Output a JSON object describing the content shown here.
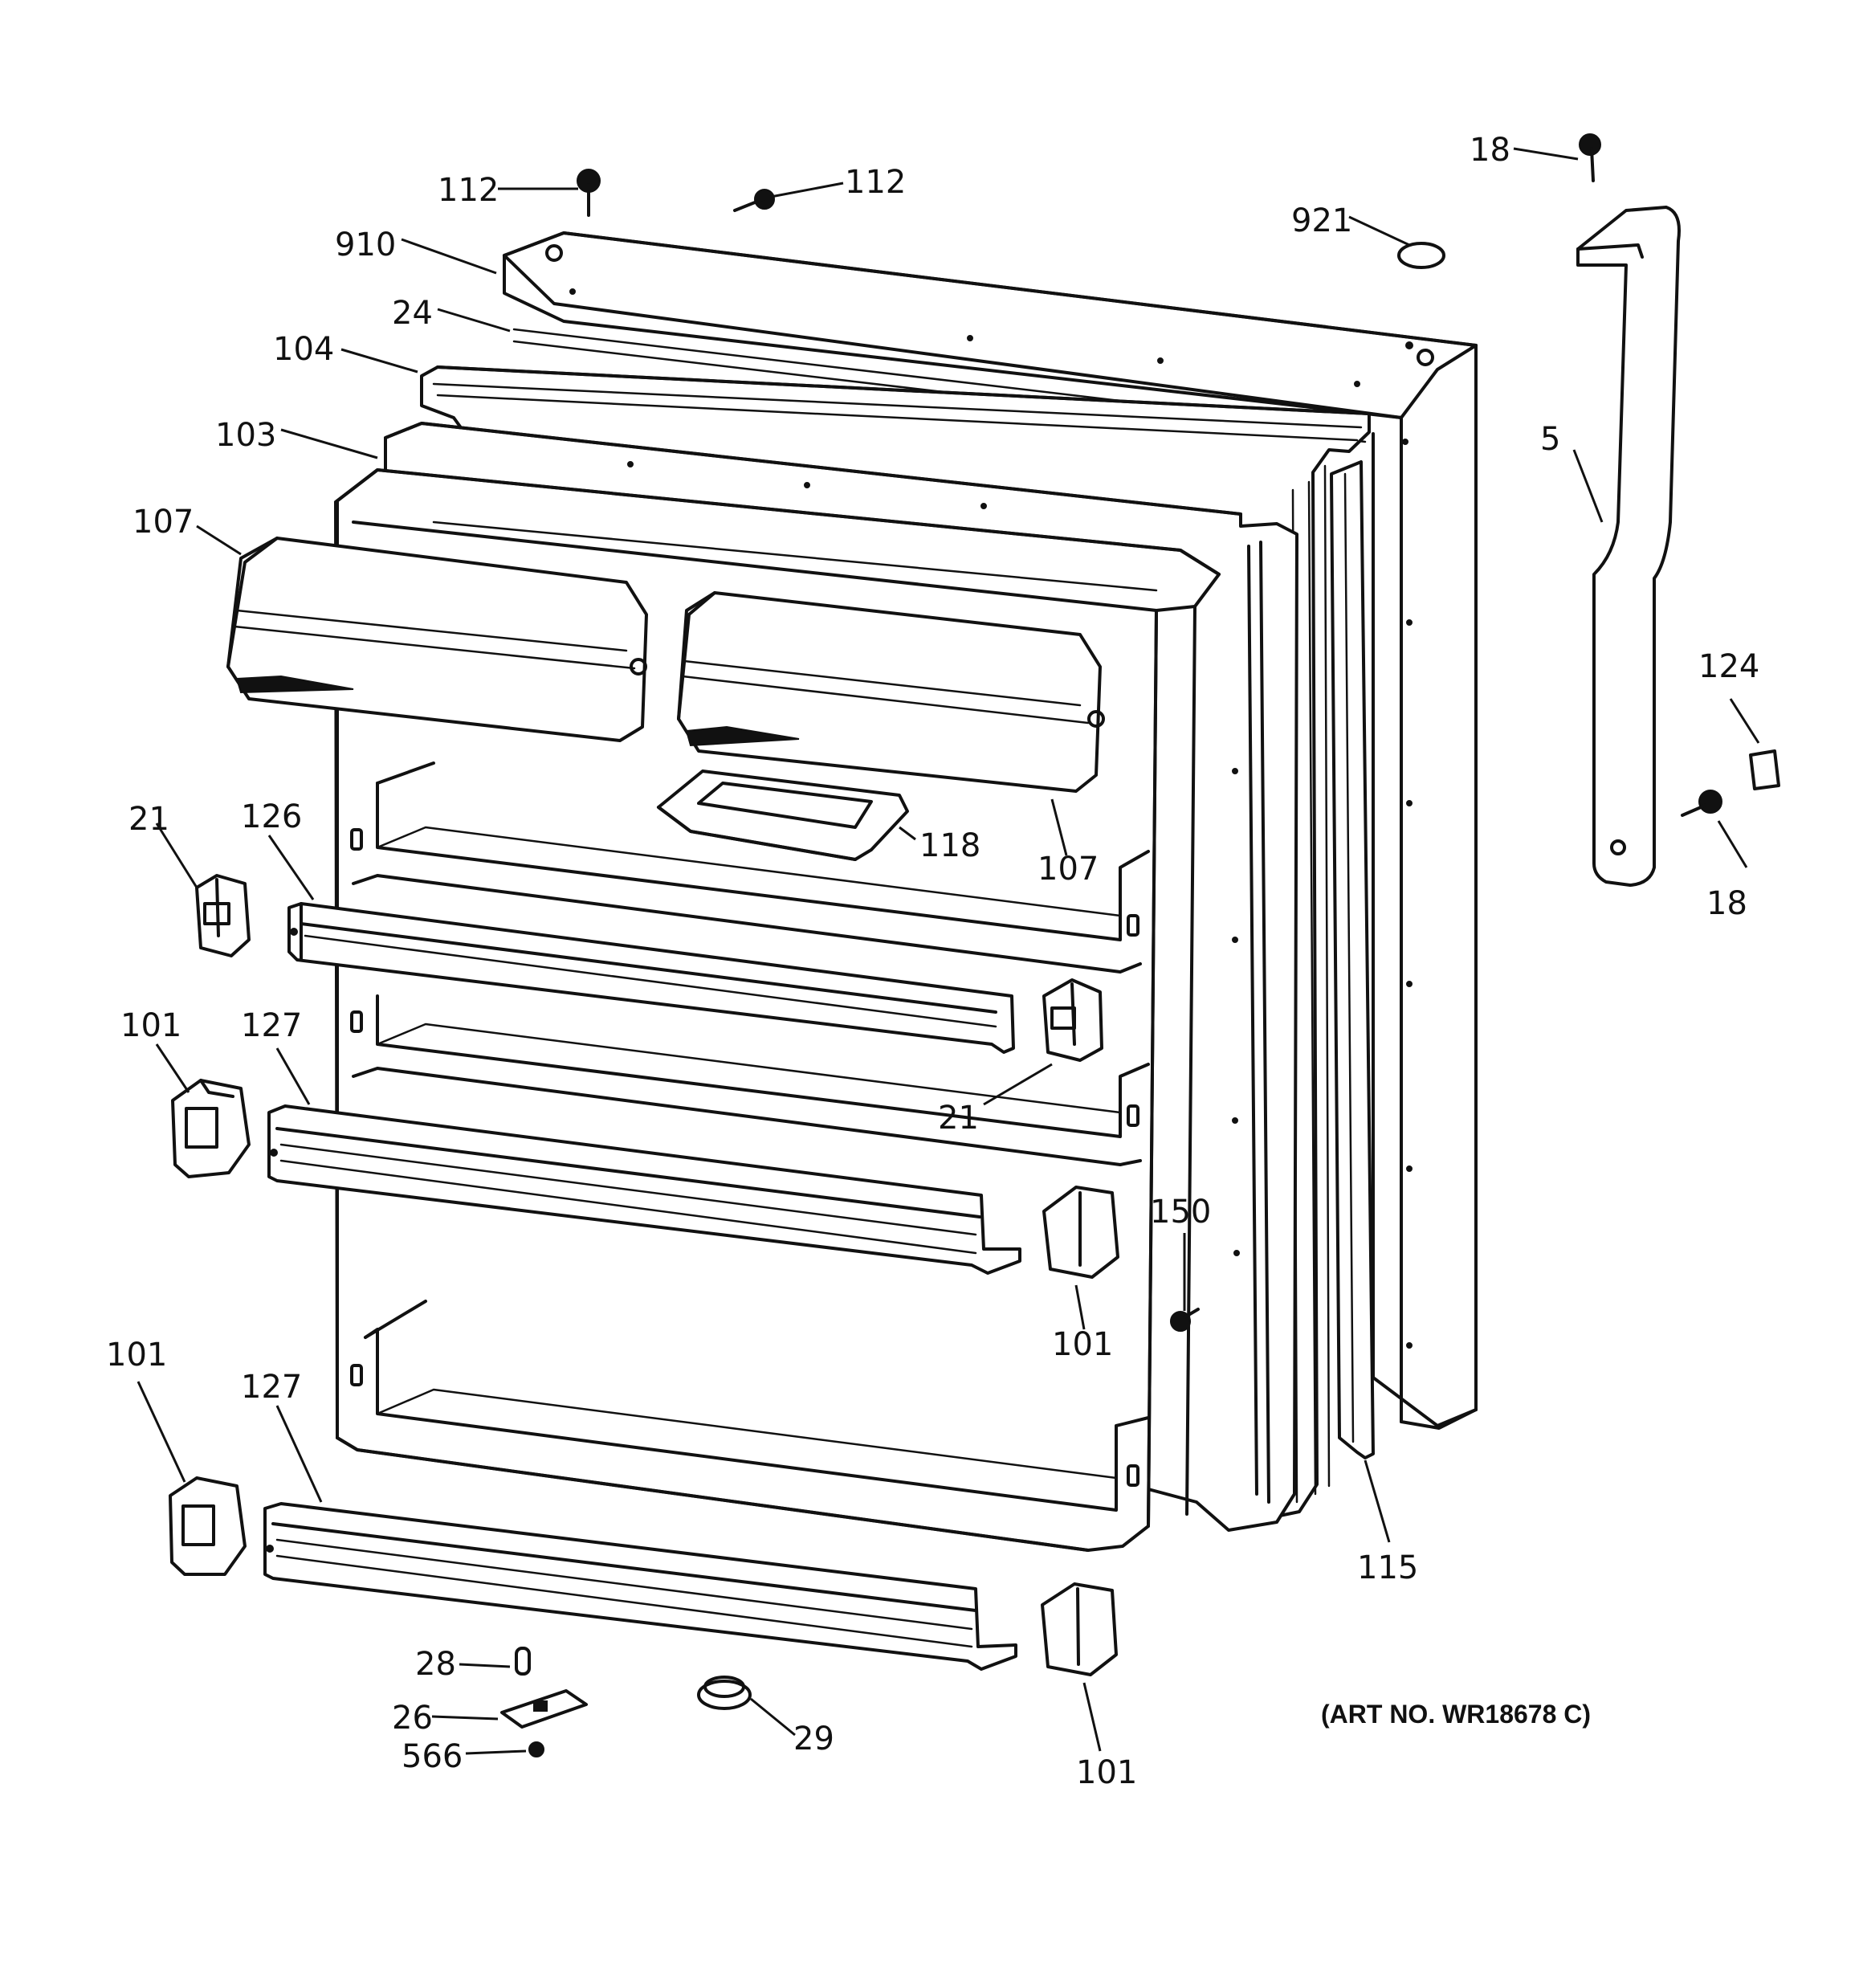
{
  "labels": {
    "l112a": "112",
    "l112b": "112",
    "l18a": "18",
    "l921": "921",
    "l910": "910",
    "l24": "24",
    "l104": "104",
    "l103": "103",
    "l107a": "107",
    "l5": "5",
    "l124": "124",
    "l18b": "18",
    "l21a": "21",
    "l126": "126",
    "l118": "118",
    "l107b": "107",
    "l101a": "101",
    "l127a": "127",
    "l21b": "21",
    "l150": "150",
    "l101b": "101",
    "l101c": "101",
    "l127b": "127",
    "l115": "115",
    "l28": "28",
    "l26": "26",
    "l566": "566",
    "l29": "29",
    "l101d": "101"
  },
  "art_number": "(ART NO. WR18678 C)"
}
